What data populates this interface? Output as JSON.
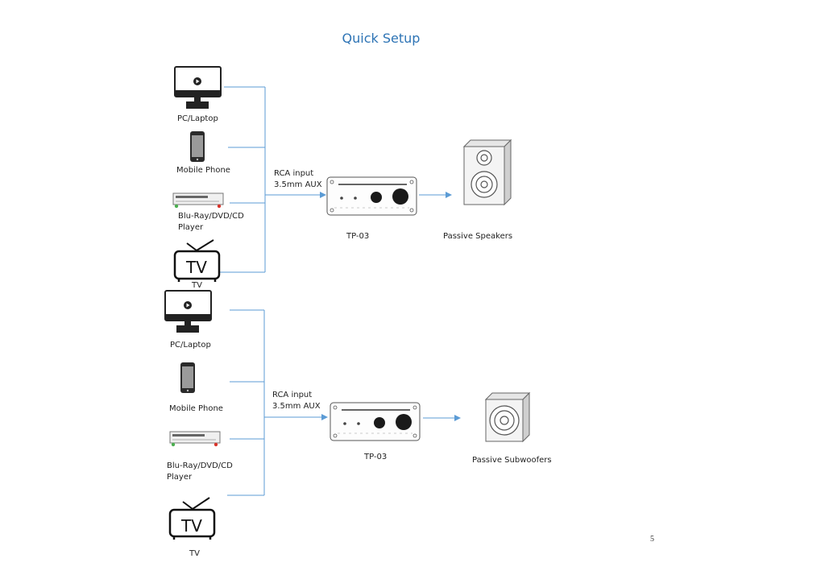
{
  "title": "Quick Setup",
  "page_number": "5",
  "setups": [
    {
      "sources": [
        {
          "label": "PC/Laptop",
          "icon": "monitor-icon"
        },
        {
          "label": "Mobile Phone",
          "icon": "phone-icon"
        },
        {
          "label": "Blu-Ray/DVD/CD",
          "label2": "Player",
          "icon": "player-icon"
        },
        {
          "label": "TV",
          "icon": "tv-icon"
        }
      ],
      "input_label_1": "RCA input",
      "input_label_2": "3.5mm AUX",
      "amp_label": "TP-03",
      "output_label": "Passive Speakers",
      "output_icon": "speaker-icon"
    },
    {
      "sources": [
        {
          "label": "PC/Laptop",
          "icon": "monitor-icon"
        },
        {
          "label": "Mobile Phone",
          "icon": "phone-icon"
        },
        {
          "label": "Blu-Ray/DVD/CD",
          "label2": "Player",
          "icon": "player-icon"
        },
        {
          "label": "TV",
          "icon": "tv-icon"
        }
      ],
      "input_label_1": "RCA input",
      "input_label_2": "3.5mm AUX",
      "amp_label": "TP-03",
      "output_label": "Passive Subwoofers",
      "output_icon": "subwoofer-icon"
    }
  ],
  "colors": {
    "title": "#2e74b5",
    "connector": "#5b9bd5"
  }
}
